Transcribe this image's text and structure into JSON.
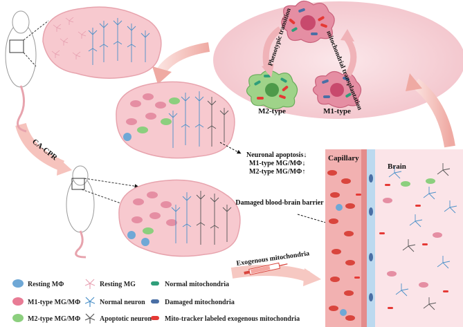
{
  "labels": {
    "ca_cpr": "CA-CPR",
    "phenotypic_transition": "Phenotypic transition",
    "mitochondrial_transplantation": "mitochondrial transplantation",
    "m2_type": "M2-type",
    "m1_type": "M1-type",
    "outcome_1": "Neuronal apoptosis↓",
    "outcome_2": "M1-type MG/MΦ↓",
    "outcome_3": "M2-type MG/MΦ↑",
    "damaged_bbb": "Damaged blood-brain barrier",
    "capillary": "Capillary",
    "brain": "Brain",
    "exogenous_mitochondria": "Exogenous mitochondria"
  },
  "legend": [
    {
      "icon": "resting-macrophage-icon",
      "label": "Resting MΦ",
      "color": "#6fa8d6"
    },
    {
      "icon": "resting-microglia-icon",
      "label": "Resting MG",
      "color": "#e8a3b4"
    },
    {
      "icon": "normal-mitochondria-icon",
      "label": "Normal mitochondria",
      "color": "#2f9e7a"
    },
    {
      "icon": "m1-cell-icon",
      "label": "M1-type MG/MΦ",
      "color": "#e87c95"
    },
    {
      "icon": "normal-neuron-icon",
      "label": "Normal neuron",
      "color": "#4a90c8"
    },
    {
      "icon": "damaged-mitochondria-icon",
      "label": "Damaged mitochondria",
      "color": "#4a6fa5"
    },
    {
      "icon": "m2-cell-icon",
      "label": "M2-type MG/MΦ",
      "color": "#8ccf7e"
    },
    {
      "icon": "apoptotic-neuron-icon",
      "label": "Apoptotic neuron",
      "color": "#555555"
    },
    {
      "icon": "mito-tracker-icon",
      "label": "Mito-tracker  labeled exogenous mitochondria",
      "color": "#e53935"
    }
  ],
  "colors": {
    "brain": "#f7c9cf",
    "brain_outline": "#e7a3ad",
    "ellipse": "#f6d4d9",
    "arrow": "#f1b3ad",
    "capillary": "#f0a8a8",
    "vessel_wall": "#bcd9ef",
    "rbc": "#d9453d",
    "panel": "#f9dde2"
  }
}
